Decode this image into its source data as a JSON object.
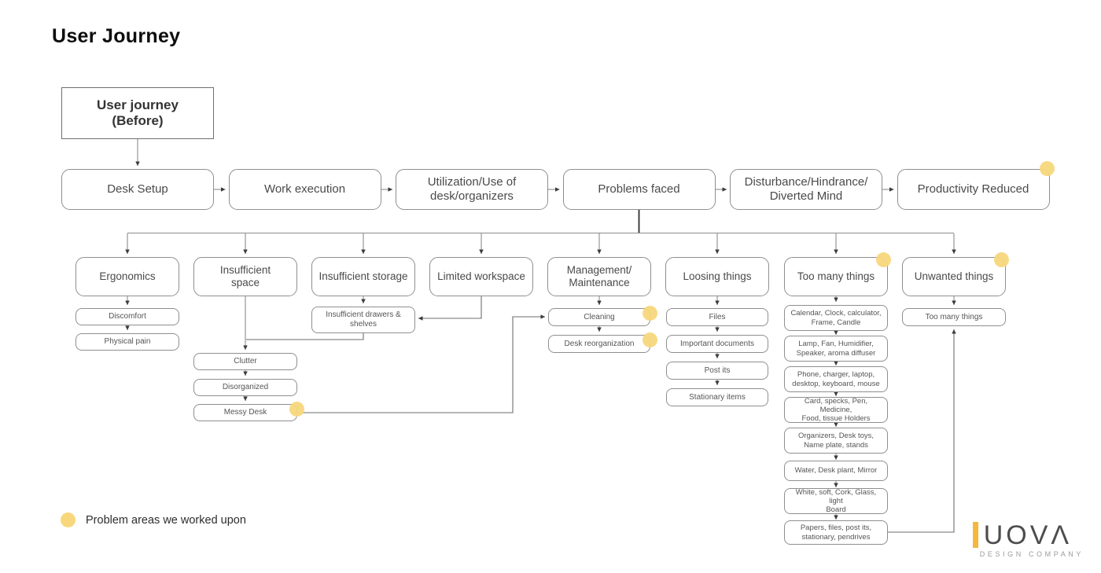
{
  "page": {
    "title": "User Journey"
  },
  "legend": {
    "label": "Problem areas we worked upon"
  },
  "logo": {
    "brand": "UOVΛ",
    "tagline": "DESIGN COMPANY"
  },
  "highlight_color": "#f8d77c",
  "diagram": {
    "start": {
      "label": "User journey\n(Before)"
    },
    "flow": [
      {
        "label": "Desk Setup"
      },
      {
        "label": "Work execution"
      },
      {
        "label": "Utilization/Use of\ndesk/organizers"
      },
      {
        "label": "Problems faced"
      },
      {
        "label": "Disturbance/Hindrance/\nDiverted Mind"
      },
      {
        "label": "Productivity Reduced",
        "highlight": true
      }
    ],
    "categories": [
      {
        "label": "Ergonomics",
        "children": [
          {
            "label": "Discomfort"
          },
          {
            "label": "Physical pain"
          }
        ]
      },
      {
        "label": "Insufficient\nspace",
        "children": [
          {
            "label": "Clutter"
          },
          {
            "label": "Disorganized"
          },
          {
            "label": "Messy Desk",
            "highlight": true
          }
        ]
      },
      {
        "label": "Insufficient storage",
        "children": [
          {
            "label": "Insufficient drawers &\nshelves"
          }
        ]
      },
      {
        "label": "Limited workspace",
        "children": []
      },
      {
        "label": "Management/\nMaintenance",
        "children": [
          {
            "label": "Cleaning",
            "highlight": true
          },
          {
            "label": "Desk reorganization",
            "highlight": true
          }
        ]
      },
      {
        "label": "Loosing things",
        "children": [
          {
            "label": "Files"
          },
          {
            "label": "Important documents"
          },
          {
            "label": "Post its"
          },
          {
            "label": "Stationary items"
          }
        ]
      },
      {
        "label": "Too many things",
        "highlight": true,
        "children": [
          {
            "label": "Calendar, Clock, calculator,\nFrame, Candle"
          },
          {
            "label": "Lamp, Fan, Humidifier,\nSpeaker, aroma diffuser"
          },
          {
            "label": "Phone, charger, laptop,\ndesktop, keyboard, mouse"
          },
          {
            "label": "Card, specks, Pen, Medicine,\nFood, tissue Holders"
          },
          {
            "label": "Organizers, Desk toys,\nName plate, stands"
          },
          {
            "label": "Water, Desk plant, Mirror"
          },
          {
            "label": "White, soft, Cork, Glass, light\nBoard"
          },
          {
            "label": "Papers, files, post its,\nstationary, pendrives"
          }
        ]
      },
      {
        "label": "Unwanted things",
        "highlight": true,
        "children": [
          {
            "label": "Too many things"
          }
        ]
      }
    ]
  }
}
